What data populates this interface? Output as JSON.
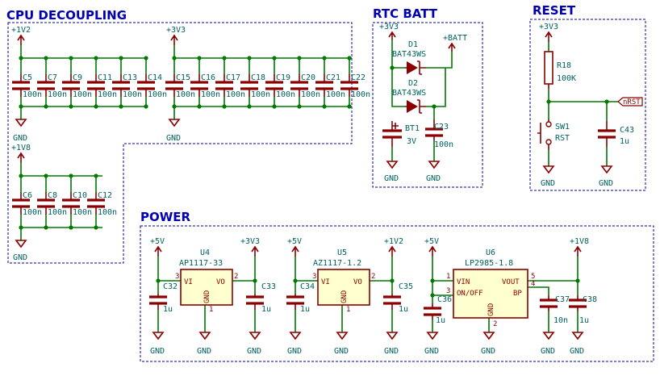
{
  "sections": {
    "cpu_decoupling": "CPU DECOUPLING",
    "rtc_batt": "RTC BATT",
    "reset": "RESET",
    "power": "POWER"
  },
  "nets": {
    "v1v2": "+1V2",
    "v3v3": "+3V3",
    "v1v8": "+1V8",
    "v5": "+5V",
    "batt": "+BATT",
    "gnd": "GND",
    "nrst": "nRST"
  },
  "cpu": {
    "group_1v2": [
      {
        "ref": "C5",
        "value": "100n"
      },
      {
        "ref": "C7",
        "value": "100n"
      },
      {
        "ref": "C9",
        "value": "100n"
      },
      {
        "ref": "C11",
        "value": "100n"
      },
      {
        "ref": "C13",
        "value": "100n"
      },
      {
        "ref": "C14",
        "value": "100n"
      }
    ],
    "group_3v3": [
      {
        "ref": "C15",
        "value": "100n"
      },
      {
        "ref": "C16",
        "value": "100n"
      },
      {
        "ref": "C17",
        "value": "100n"
      },
      {
        "ref": "C18",
        "value": "100n"
      },
      {
        "ref": "C19",
        "value": "100n"
      },
      {
        "ref": "C20",
        "value": "100n"
      },
      {
        "ref": "C21",
        "value": "100n"
      },
      {
        "ref": "C22",
        "value": "100n"
      }
    ],
    "group_1v8": [
      {
        "ref": "C6",
        "value": "100n"
      },
      {
        "ref": "C8",
        "value": "100n"
      },
      {
        "ref": "C10",
        "value": "100n"
      },
      {
        "ref": "C12",
        "value": "100n"
      }
    ]
  },
  "rtc": {
    "d1": {
      "ref": "D1",
      "value": "BAT43WS"
    },
    "d2": {
      "ref": "D2",
      "value": "BAT43WS"
    },
    "bt1": {
      "ref": "BT1",
      "value": "3V"
    },
    "c23": {
      "ref": "C23",
      "value": "100n"
    }
  },
  "reset": {
    "r18": {
      "ref": "R18",
      "value": "100K"
    },
    "sw1": {
      "ref": "SW1",
      "value": "RST"
    },
    "c43": {
      "ref": "C43",
      "value": "1u"
    }
  },
  "power": {
    "u4": {
      "ref": "U4",
      "value": "AP1117-33",
      "pin_vi": "VI",
      "pin_vo": "VO",
      "pin_gnd": "GND",
      "n_in": "3",
      "n_out": "2",
      "n_gnd": "1"
    },
    "u5": {
      "ref": "U5",
      "value": "AZ1117-1.2",
      "pin_vi": "VI",
      "pin_vo": "VO",
      "pin_gnd": "GND",
      "n_in": "3",
      "n_out": "2",
      "n_gnd": "1"
    },
    "u6": {
      "ref": "U6",
      "value": "LP2985-1.8",
      "pin_vin": "VIN",
      "pin_onoff": "ON/OFF",
      "pin_vout": "VOUT",
      "pin_bp": "BP",
      "pin_gnd": "GND",
      "n_vin": "1",
      "n_onoff": "3",
      "n_vout": "5",
      "n_bp": "4",
      "n_gnd": "2"
    },
    "c32": {
      "ref": "C32",
      "value": "1u"
    },
    "c33": {
      "ref": "C33",
      "value": "1u"
    },
    "c34": {
      "ref": "C34",
      "value": "1u"
    },
    "c35": {
      "ref": "C35",
      "value": "1u"
    },
    "c36": {
      "ref": "C36",
      "value": "1u"
    },
    "c37": {
      "ref": "C37",
      "value": "10n"
    },
    "c38": {
      "ref": "C38",
      "value": "1u"
    }
  }
}
